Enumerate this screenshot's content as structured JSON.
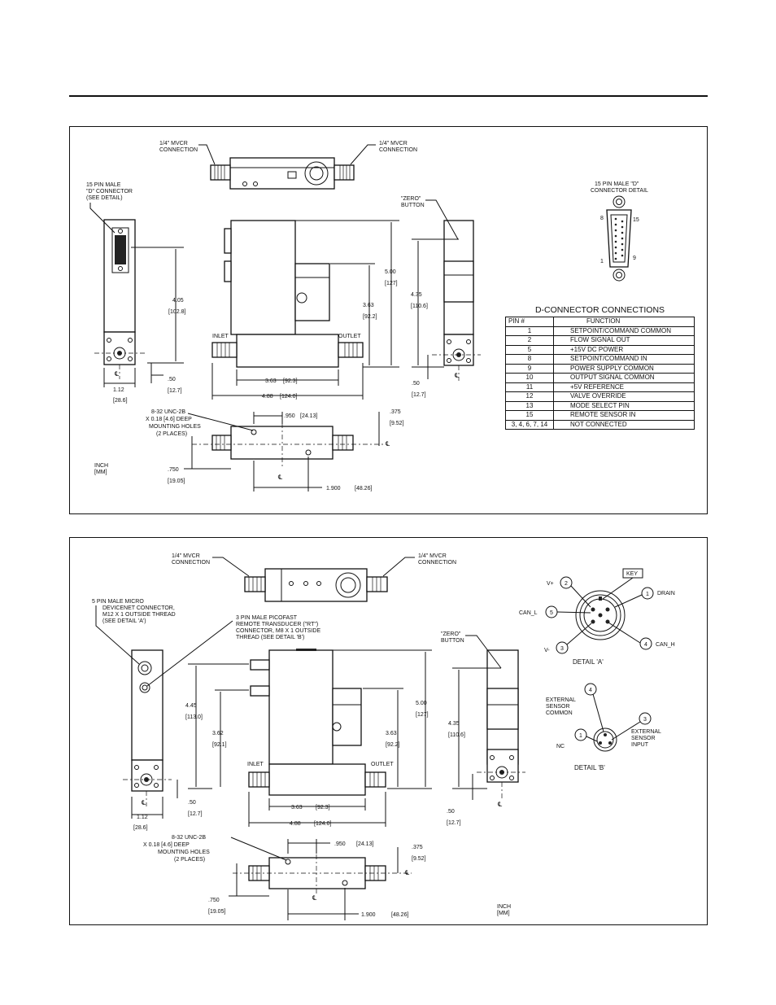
{
  "panel1": {
    "labels": {
      "mvcr_left": [
        "1/4\" MVCR",
        "CONNECTION"
      ],
      "mvcr_right": [
        "1/4\" MVCR",
        "CONNECTION"
      ],
      "dconn_callout": [
        "15 PIN MALE",
        "\"D\" CONNECTOR",
        "(SEE DETAIL)"
      ],
      "zero_button": [
        "\"ZERO\"",
        "BUTTON"
      ],
      "dconn_detail_title": [
        "15 PIN MALE \"D\"",
        "CONNECTOR DETAIL"
      ],
      "inlet": "INLET",
      "outlet": "OUTLET",
      "mounting": [
        "8-32 UNC-2B",
        "X 0.18 [4.6] DEEP",
        "MOUNTING HOLES",
        "(2 PLACES)"
      ],
      "units": [
        "INCH",
        "[MM]"
      ],
      "pin8": "8",
      "pin15": "15",
      "pin1": "1",
      "pin9": "9",
      "cl": "℄"
    },
    "dims": {
      "d405": "4.05",
      "d405mm": "[102.8]",
      "d500": "5.00",
      "d500mm": "[127]",
      "d363v": "3.63",
      "d363vmm": "[92.2]",
      "d435": "4.35",
      "d435mm": "[110.6]",
      "d363h": "3.63",
      "d363hmm": "[92.3]",
      "d488": "4.88",
      "d488mm": "[124.0]",
      "d112": "1.12",
      "d112mm": "[28.6]",
      "d050a": ".50",
      "d050amm": "[12.7]",
      "d050b": ".50",
      "d050bmm": "[12.7]",
      "d950": ".950",
      "d950mm": "[24.13]",
      "d375": ".375",
      "d375mm": "[9.52]",
      "d750": ".750",
      "d750mm": "[19.05]",
      "d1900": "1.900",
      "d1900mm": "[48.26]"
    },
    "table": {
      "title": "D-CONNECTOR CONNECTIONS",
      "headers": [
        "PIN #",
        "FUNCTION"
      ],
      "rows": [
        [
          "1",
          "SETPOINT/COMMAND  COMMON"
        ],
        [
          "2",
          "FLOW SIGNAL OUT"
        ],
        [
          "5",
          "+15V DC POWER"
        ],
        [
          "8",
          "SETPOINT/COMMAND IN"
        ],
        [
          "9",
          "POWER SUPPLY COMMON"
        ],
        [
          "10",
          "OUTPUT SIGNAL COMMON"
        ],
        [
          "11",
          "+5V REFERENCE"
        ],
        [
          "12",
          "VALVE OVERRIDE"
        ],
        [
          "13",
          "MODE SELECT PIN"
        ],
        [
          "15",
          "REMOTE SENSOR IN"
        ],
        [
          "3, 4, 6, 7, 14",
          "NOT CONNECTED"
        ]
      ]
    }
  },
  "panel2": {
    "labels": {
      "mvcr_left": [
        "1/4\" MVCR",
        "CONNECTION"
      ],
      "mvcr_right": [
        "1/4\" MVCR",
        "CONNECTION"
      ],
      "micro": [
        "5 PIN MALE MICRO",
        "DEVICENET CONNECTOR,",
        "M12 X 1 OUTSIDE THREAD",
        "(SEE DETAIL 'A')"
      ],
      "pico": [
        "3 PIN MALE PICOFAST",
        "REMOTE TRANSDUCER (\"RT\")",
        "CONNECTOR, M8 X 1 OUTSIDE",
        "THREAD (SEE DETAIL 'B')"
      ],
      "zero_button": [
        "\"ZERO\"",
        "BUTTON"
      ],
      "inlet": "INLET",
      "outlet": "OUTLET",
      "mounting": [
        "8-32 UNC-2B",
        "X 0.18 [4.6] DEEP",
        "MOUNTING HOLES",
        "(2 PLACES)"
      ],
      "units": [
        "INCH",
        "[MM]"
      ],
      "cl": "℄"
    },
    "detailA": {
      "title": "DETAIL 'A'",
      "key": "KEY",
      "pins": [
        {
          "num": "1",
          "label": "DRAIN"
        },
        {
          "num": "2",
          "label": "V+"
        },
        {
          "num": "3",
          "label": "V-"
        },
        {
          "num": "4",
          "label": "CAN_H"
        },
        {
          "num": "5",
          "label": "CAN_L"
        }
      ]
    },
    "detailB": {
      "title": "DETAIL 'B'",
      "pins": [
        {
          "num": "1",
          "label": "NC"
        },
        {
          "num": "3",
          "label": "EXTERNAL SENSOR INPUT",
          "lines": [
            "EXTERNAL",
            "SENSOR",
            "INPUT"
          ]
        },
        {
          "num": "4",
          "label": "EXTERNAL SENSOR COMMON",
          "lines": [
            "EXTERNAL",
            "SENSOR",
            "COMMON"
          ]
        }
      ]
    },
    "dims": {
      "d445": "4.45",
      "d445mm": "[113.0]",
      "d362": "3.62",
      "d362mm": "[92.1]",
      "d363v": "3.63",
      "d363vmm": "[92.2]",
      "d500": "5.00",
      "d500mm": "[127]",
      "d435": "4.35",
      "d435mm": "[110.6]",
      "d363h": "3.63",
      "d363hmm": "[92.3]",
      "d488": "4.88",
      "d488mm": "[124.0]",
      "d112": "1.12",
      "d112mm": "[28.6]",
      "d050a": ".50",
      "d050amm": "[12.7]",
      "d050b": ".50",
      "d050bmm": "[12.7]",
      "d950": ".950",
      "d950mm": "[24.13]",
      "d375": ".375",
      "d375mm": "[9.52]",
      "d750": ".750",
      "d750mm": "[19.05]",
      "d1900": "1.900",
      "d1900mm": "[48.26]"
    }
  }
}
